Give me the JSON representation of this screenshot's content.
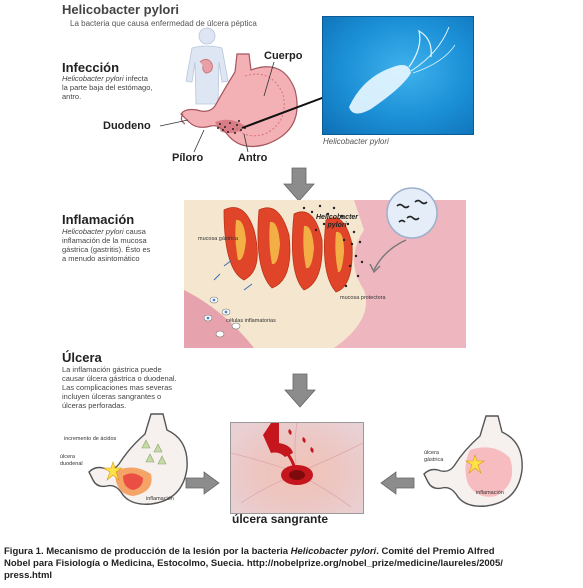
{
  "header": {
    "title": "Helicobacter pylori",
    "subtitle": "La bacteria que causa enfermedad de úlcera péptica"
  },
  "infection": {
    "heading": "Infección",
    "text_italic": "Helicobacter pylori",
    "text_rest_line1": " infecta",
    "text_line2": "la parte baja del estómago,",
    "text_line3": "antro.",
    "labels": {
      "cuerpo": "Cuerpo",
      "duodeno": "Duodeno",
      "piloro": "Píloro",
      "antro": "Antro"
    },
    "micro_caption": "Helicobacter pylori"
  },
  "inflammation": {
    "heading": "Inflamación",
    "text_italic": "Helicobacter pylori",
    "text_rest_line1": " causa",
    "text_line2": "inflamación de la mucosa",
    "text_line3": "gástrica (gastritis). Ésto es",
    "text_line4": "a menudo asintomático",
    "labels": {
      "mucosa_gastrica": "mucosa gástrica",
      "bacteria_line1": "Helicobacter",
      "bacteria_line2": "pylori",
      "mucosa_protectora": "mucosa protectora",
      "celulas": "células inflamatorias"
    }
  },
  "ulcer": {
    "heading": "Úlcera",
    "text_line1": "La inflamación gástrica puede",
    "text_line2": "causar úlcera gástrica o duodenal.",
    "text_line3": "Las complicaciones mas severas",
    "text_line4": "incluyen úlceras sangrantes o",
    "text_line5": "úlceras perforadas.",
    "left_labels": {
      "acid": "incremento de ácidos",
      "duodenal_line1": "úlcera",
      "duodenal_line2": "duodenal",
      "inflammation": "inflamación"
    },
    "right_labels": {
      "gastric_line1": "úlcera",
      "gastric_line2": "gástrica",
      "inflammation": "inflamación"
    },
    "center_label": "úlcera sangrante"
  },
  "figure_caption": {
    "part1": "Figura 1. Mecanismo de producción de la lesión por la bacteria ",
    "part_italic": "Helicobacter pylori",
    "part2": ". Comité del Premio Alfred",
    "line2": "Nobel para Fisiología o Medicina, Estocolmo, Suecia. http://nobelprize.org/nobel_prize/medicine/laureles/2005/",
    "line3": "press.html"
  },
  "colors": {
    "micro_bg": "#1b8fd6",
    "tissue_pink": "#f2c2c8",
    "villi_red": "#e0452a",
    "stomach_pink": "#f3b0b5",
    "arrow_gray": "#8c8c8c"
  }
}
